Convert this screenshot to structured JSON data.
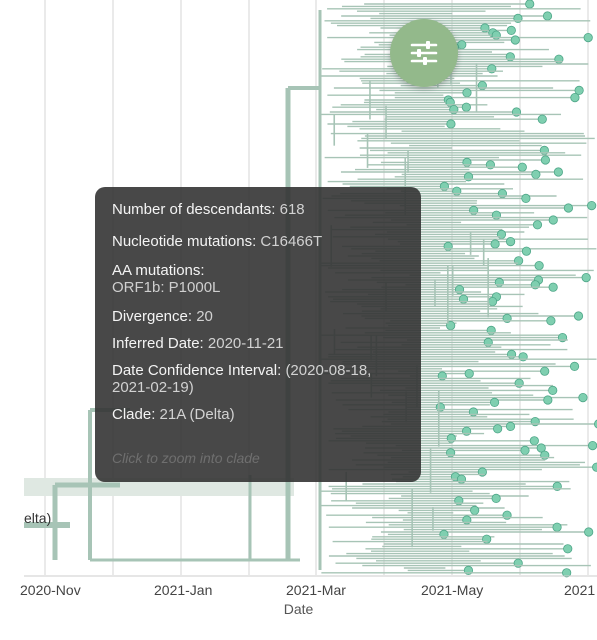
{
  "colors": {
    "branch": "#a7c4b6",
    "tip_fill": "#7fcfb0",
    "tip_stroke": "#4ea688",
    "fab": "#93b98b",
    "tooltip_bg": "#343434",
    "grid": "#e4e4e4"
  },
  "icons": {
    "filter_button": "sliders-icon"
  },
  "axis": {
    "ticks": [
      "2020-Nov",
      "2021-Jan",
      "2021-Mar",
      "2021-May",
      "2021"
    ],
    "title": "Date"
  },
  "clade_label": "elta)",
  "tooltip": {
    "descendants_label": "Number of descendants:",
    "descendants_value": "618",
    "nt_label": "Nucleotide mutations:",
    "nt_value": "C16466T",
    "aa_label": "AA mutations:",
    "aa_value": "ORF1b:  P1000L",
    "divergence_label": "Divergence:",
    "divergence_value": "20",
    "inferred_label": "Inferred Date:",
    "inferred_value": "2020-11-21",
    "ci_label": "Date Confidence Interval:",
    "ci_value": "(2020-08-18, 2021-02-19)",
    "clade_label": "Clade:",
    "clade_value": "21A (Delta)",
    "hint": "Click to zoom into clade"
  }
}
